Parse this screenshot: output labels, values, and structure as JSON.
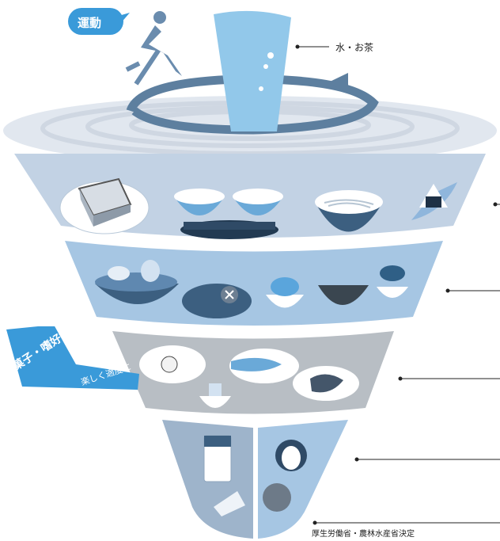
{
  "labels": {
    "exercise": "運動",
    "water": "水・お茶",
    "snack_main": "菓子・嗜好飲料",
    "snack_sub": "楽しく適度に",
    "credit": "厚生労働省・農林水産省決定"
  },
  "colors": {
    "tier1": "#c2d2e4",
    "tier2": "#a6c6e3",
    "tier3": "#b8bec4",
    "tier4_left": "#9eb4cb",
    "tier4_right": "#a6c6e3",
    "top_disk": "#e1e7ef",
    "accent": "#3a9ad9",
    "dark": "#3c5f80"
  },
  "icons": [
    "runner-icon",
    "water-glass-icon",
    "rotation-arrow-icon",
    "bread-icon",
    "rice-bowl-icon",
    "noodle-bowl-icon",
    "onigiri-icon",
    "salad-bowl-icon",
    "soup-bowl-icon",
    "fried-egg-icon",
    "fish-plate-icon",
    "meat-plate-icon",
    "milk-glass-icon",
    "cheese-icon",
    "apple-icon",
    "orange-icon"
  ]
}
